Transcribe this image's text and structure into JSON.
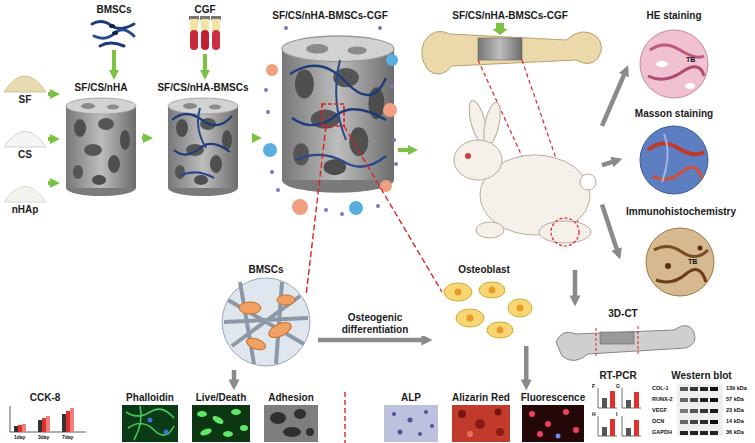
{
  "diagram": {
    "nodes": [
      {
        "text": [
          "SF"
        ]
      },
      {
        "text": [
          "CS"
        ]
      },
      {
        "text": [
          "nHAp"
        ]
      },
      {
        "text": [
          "SF/CS/nHA"
        ]
      },
      {
        "text": [
          "BMSCs"
        ]
      },
      {
        "text": [
          "CGF"
        ]
      },
      {
        "text": [
          "SF/CS/nHA-BMSCs"
        ]
      },
      {
        "text": [
          "SF/CS/nHA-BMSCs-CGF"
        ]
      },
      {
        "text": [
          "SF/CS/nHA-BMSCs-CGF"
        ]
      },
      {
        "text": [
          "HE staining"
        ]
      },
      {
        "text": [
          "Masson staining"
        ]
      },
      {
        "text": [
          "Immunohistochemistry"
        ]
      },
      {
        "text": [
          "3D-CT"
        ]
      },
      {
        "text": [
          "BMSCs"
        ]
      },
      {
        "text": [
          "Osteoblast"
        ]
      },
      {
        "text": [
          "CCK-8"
        ]
      },
      {
        "text": [
          "Phalloidin"
        ]
      },
      {
        "text": [
          "Live/Death"
        ]
      },
      {
        "text": [
          "Adhesion"
        ]
      },
      {
        "text": [
          "ALP"
        ]
      },
      {
        "text": [
          "Alizarin Red"
        ]
      },
      {
        "text": [
          "Fluorescence"
        ]
      },
      {
        "text": [
          "RT-PCR"
        ]
      },
      {
        "text": [
          "Western blot"
        ]
      }
    ],
    "edges": [
      {
        "from": 0,
        "to": 3,
        "arrow": "to"
      },
      {
        "from": 1,
        "to": 3,
        "arrow": "to"
      },
      {
        "from": 2,
        "to": 3,
        "arrow": "to"
      },
      {
        "from": 4,
        "to": 3,
        "arrow": "to"
      },
      {
        "from": 3,
        "to": 6,
        "arrow": "to"
      },
      {
        "from": 5,
        "to": 6,
        "arrow": "to"
      },
      {
        "from": 6,
        "to": 7,
        "arrow": "to"
      },
      {
        "from": 7,
        "to": 8,
        "arrow": "to"
      },
      {
        "from": 8,
        "to": 9,
        "arrow": "to"
      },
      {
        "from": 8,
        "to": 10,
        "arrow": "to"
      },
      {
        "from": 8,
        "to": 11,
        "arrow": "to"
      },
      {
        "from": 8,
        "to": 12,
        "arrow": "to"
      },
      {
        "from": 13,
        "to": 14,
        "label": "Osteogenic differentiation",
        "arrow": "to"
      },
      {
        "from": 13,
        "to": 17,
        "arrow": "to"
      },
      {
        "from": 14,
        "to": 21,
        "arrow": "to"
      }
    ],
    "labels": [
      "TB",
      "TB",
      "1day",
      "3day",
      "7day",
      "F",
      "G",
      "H",
      "I",
      "COL-1",
      "RUNX-2",
      "VEGF",
      "OCN",
      "GAPDH",
      "139 kDa",
      "57 kDa",
      "23 kDa",
      "14 kDa",
      "36 kDa"
    ]
  }
}
